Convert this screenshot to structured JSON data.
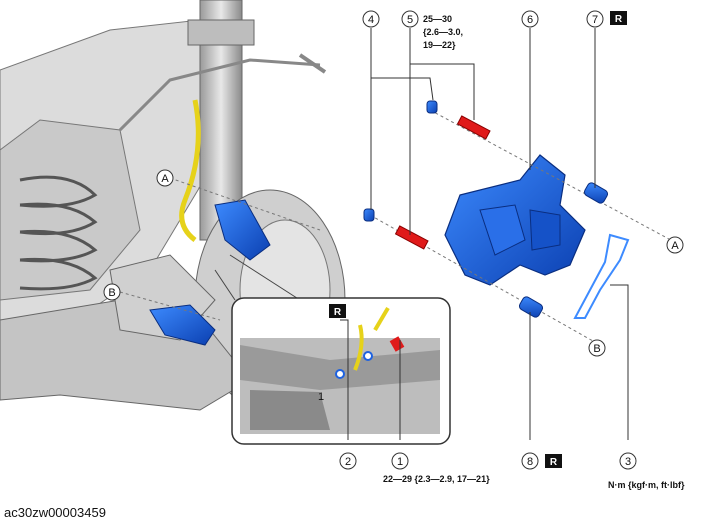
{
  "callouts": [
    {
      "id": "c1",
      "num": "1"
    },
    {
      "id": "c2",
      "num": "2"
    },
    {
      "id": "c3",
      "num": "3"
    },
    {
      "id": "c4",
      "num": "4"
    },
    {
      "id": "c5",
      "num": "5"
    },
    {
      "id": "c6",
      "num": "6"
    },
    {
      "id": "c7",
      "num": "7"
    },
    {
      "id": "c8",
      "num": "8"
    }
  ],
  "letters": {
    "a": "A",
    "b": "B"
  },
  "replace_tag": "R",
  "torque_upper": {
    "line1": "25—30",
    "line2": "{2.6—3.0,",
    "line3": "19—22}"
  },
  "torque_lower": "22—29 {2.3—2.9, 17—21}",
  "units": "N·m {kgf·m, ft·lbf}",
  "inset_labels": {
    "one": "1"
  },
  "figure_id": "ac30zw00003459",
  "colors": {
    "caliper": "#1e62e0",
    "bolt_red": "#e01a1a",
    "hose_yellow": "#e6d21a",
    "metal": "#b8b8b8"
  }
}
